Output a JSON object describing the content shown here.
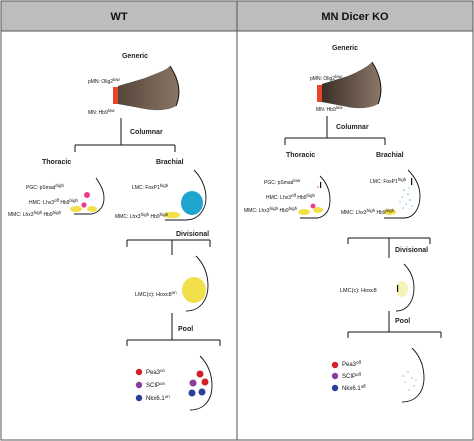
{
  "header": {
    "wt": "WT",
    "ko": "MN Dicer KO"
  },
  "wt": {
    "generic_title": "Generic",
    "pmn_label": "pMN: Olig2",
    "pmn_sup": "low",
    "mn_label": "MN: Hb9",
    "mn_sup": "low",
    "columnar": "Columnar",
    "thoracic": "Thoracic",
    "brachial": "Brachial",
    "pgc_label": "PGC: pSmad",
    "pgc_sup": "high",
    "hmc_label": "HMC: Lhx3",
    "hmc_sup1": "off",
    "hmc_mid": " Hb9",
    "hmc_sup2": "high",
    "mmc_label": "MMC: Lhx3",
    "mmc_sup1": "high",
    "mmc_mid": " Hb9",
    "mmc_sup2": "high",
    "lmc_label": "LMC: FoxP1",
    "lmc_sup": "high",
    "divisional": "Divisional",
    "lmcc_label": "LMC(c): Hoxc8",
    "lmcc_sup": "on",
    "pool": "Pool",
    "pea3": "Pea3",
    "pea3_sup": "on",
    "scip": "SCIP",
    "scip_sup": "on",
    "nkx": "Nkx6.1",
    "nkx_sup": "on"
  },
  "ko": {
    "generic_title": "Generic",
    "pmn_label": "pMN: Olig2",
    "pmn_sup": "low",
    "mn_label": "MN: Hb9",
    "mn_sup": "low",
    "columnar": "Columnar",
    "thoracic": "Thoracic",
    "brachial": "Brachial",
    "pgc_label": "PGC: pSmad",
    "pgc_sup": "low",
    "hmc_label": "HMC: Lhx3",
    "hmc_sup1": "off",
    "hmc_mid": " Hb9",
    "hmc_sup2": "high",
    "mmc_label": "MMC: Lhx3",
    "mmc_sup1": "high",
    "mmc_mid": " Hb9",
    "mmc_sup2": "high",
    "lmc_label": "LMC: FoxP1",
    "lmc_sup": "high",
    "divisional": "Divisional",
    "lmcc_label": "LMC(c): Hoxc8",
    "lmcc_sup": "",
    "pool": "Pool",
    "pea3": "Pea3",
    "pea3_sup": "off",
    "scip": "SCIP",
    "scip_sup": "off",
    "nkx": "Nkx6.1",
    "nkx_sup": "off"
  },
  "colors": {
    "header_bg": "#bdbdbd",
    "neural_tube": "#6e5a4a",
    "progenitor_bar": "#e8452c",
    "hmc": "#ee3a8c",
    "mmc": "#f2e04a",
    "lmc_wt": "#1fa6cf",
    "pea3": "#d31f26",
    "scip": "#8a3f9b",
    "nkx": "#2b3f9c"
  }
}
